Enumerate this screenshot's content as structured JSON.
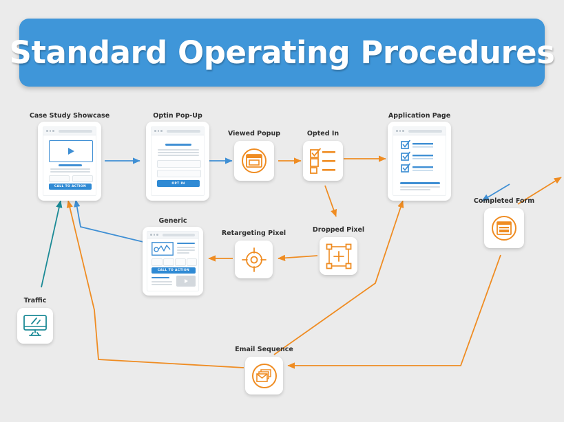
{
  "banner": {
    "title": "Standard Operating Procedures",
    "color": "#3f96d9"
  },
  "colors": {
    "background": "#ebebeb",
    "blue": "#3f8fd4",
    "orange": "#ef8c22",
    "teal": "#1b8a96",
    "card": "#ffffff",
    "label_text": "#2e2e2e"
  },
  "nodes": [
    {
      "id": "traffic",
      "label": "Traffic",
      "icon": "monitor-icon",
      "accent": "#1b8a96",
      "kind": "icon"
    },
    {
      "id": "case-study",
      "label": "Case Study Showcase",
      "icon": "browser-video-page-icon",
      "accent": "#3f8fd4",
      "kind": "page"
    },
    {
      "id": "optin-popup",
      "label": "Optin Pop-Up",
      "icon": "browser-form-page-icon",
      "accent": "#3f8fd4",
      "kind": "page"
    },
    {
      "id": "viewed-popup",
      "label": "Viewed Popup",
      "icon": "popup-window-icon",
      "accent": "#ef8c22",
      "kind": "icon"
    },
    {
      "id": "opted-in",
      "label": "Opted In",
      "icon": "checklist-icon",
      "accent": "#ef8c22",
      "kind": "icon"
    },
    {
      "id": "application-page",
      "label": "Application Page",
      "icon": "browser-checklist-page-icon",
      "accent": "#3f8fd4",
      "kind": "page"
    },
    {
      "id": "completed-form",
      "label": "Completed Form",
      "icon": "form-circle-icon",
      "accent": "#ef8c22",
      "kind": "icon"
    },
    {
      "id": "generic",
      "label": "Generic",
      "icon": "browser-landing-page-icon",
      "accent": "#3f8fd4",
      "kind": "page"
    },
    {
      "id": "retargeting-pixel",
      "label": "Retargeting Pixel",
      "icon": "crosshair-target-icon",
      "accent": "#ef8c22",
      "kind": "icon"
    },
    {
      "id": "dropped-pixel",
      "label": "Dropped Pixel",
      "icon": "pixel-bounding-box-icon",
      "accent": "#ef8c22",
      "kind": "icon"
    },
    {
      "id": "email-sequence",
      "label": "Email Sequence",
      "icon": "envelope-stack-icon",
      "accent": "#ef8c22",
      "kind": "icon"
    }
  ],
  "buttons": {
    "case_study_cta": "CALL TO ACTION",
    "optin_cta": "OPT IN",
    "generic_cta": "CALL TO ACTION"
  },
  "connections": [
    {
      "from": "traffic",
      "to": "case-study",
      "color": "#1b8a96"
    },
    {
      "from": "generic",
      "to": "case-study",
      "color": "#3f8fd4"
    },
    {
      "from": "email-sequence",
      "to": "case-study",
      "color": "#ef8c22"
    },
    {
      "from": "case-study",
      "to": "optin-popup",
      "color": "#3f8fd4"
    },
    {
      "from": "optin-popup",
      "to": "viewed-popup",
      "color": "#3f8fd4"
    },
    {
      "from": "viewed-popup",
      "to": "opted-in",
      "color": "#ef8c22"
    },
    {
      "from": "opted-in",
      "to": "application-page",
      "color": "#ef8c22"
    },
    {
      "from": "opted-in",
      "to": "dropped-pixel",
      "color": "#ef8c22"
    },
    {
      "from": "dropped-pixel",
      "to": "retargeting-pixel",
      "color": "#ef8c22"
    },
    {
      "from": "retargeting-pixel",
      "to": "generic",
      "color": "#ef8c22"
    },
    {
      "from": "application-page",
      "to": "completed-form",
      "color": "#3f8fd4"
    },
    {
      "from": "completed-form",
      "to": "email-sequence",
      "color": "#ef8c22"
    },
    {
      "from": "email-sequence",
      "to": "application-page",
      "color": "#ef8c22"
    },
    {
      "from": "completed-form",
      "to": "offscreen-right",
      "color": "#ef8c22"
    }
  ]
}
